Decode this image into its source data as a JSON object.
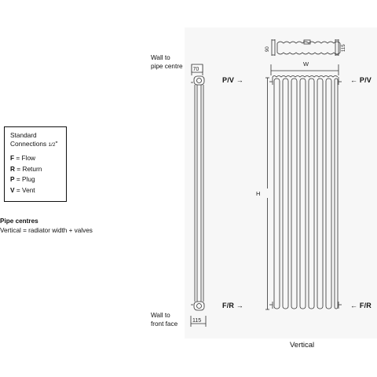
{
  "legend": {
    "title_line1": "Standard",
    "title_line2_prefix": "Connections ",
    "title_line2_fraction": "1/2",
    "title_line2_suffix": "\"",
    "items": [
      {
        "key": "F",
        "label": " = Flow"
      },
      {
        "key": "R",
        "label": " = Return"
      },
      {
        "key": "P",
        "label": " = Plug"
      },
      {
        "key": "V",
        "label": " = Vent"
      }
    ]
  },
  "notes": {
    "heading": "Pipe centres",
    "body": "Vertical = radiator width + valves"
  },
  "side_view": {
    "label_top_line1": "Wall to",
    "label_top_line2": "pipe centre",
    "dim_top": "70",
    "label_bottom_line1": "Wall to",
    "label_bottom_line2": "front face",
    "dim_bottom": "115"
  },
  "top_view": {
    "dim_left": "90",
    "dim_right": "115"
  },
  "front_view": {
    "width_label": "W",
    "height_label": "H",
    "top_left_conn": "P/V →",
    "top_right_conn": "← P/V",
    "bottom_left_conn": "F/R →",
    "bottom_right_conn": "← F/R"
  },
  "caption": "Vertical"
}
